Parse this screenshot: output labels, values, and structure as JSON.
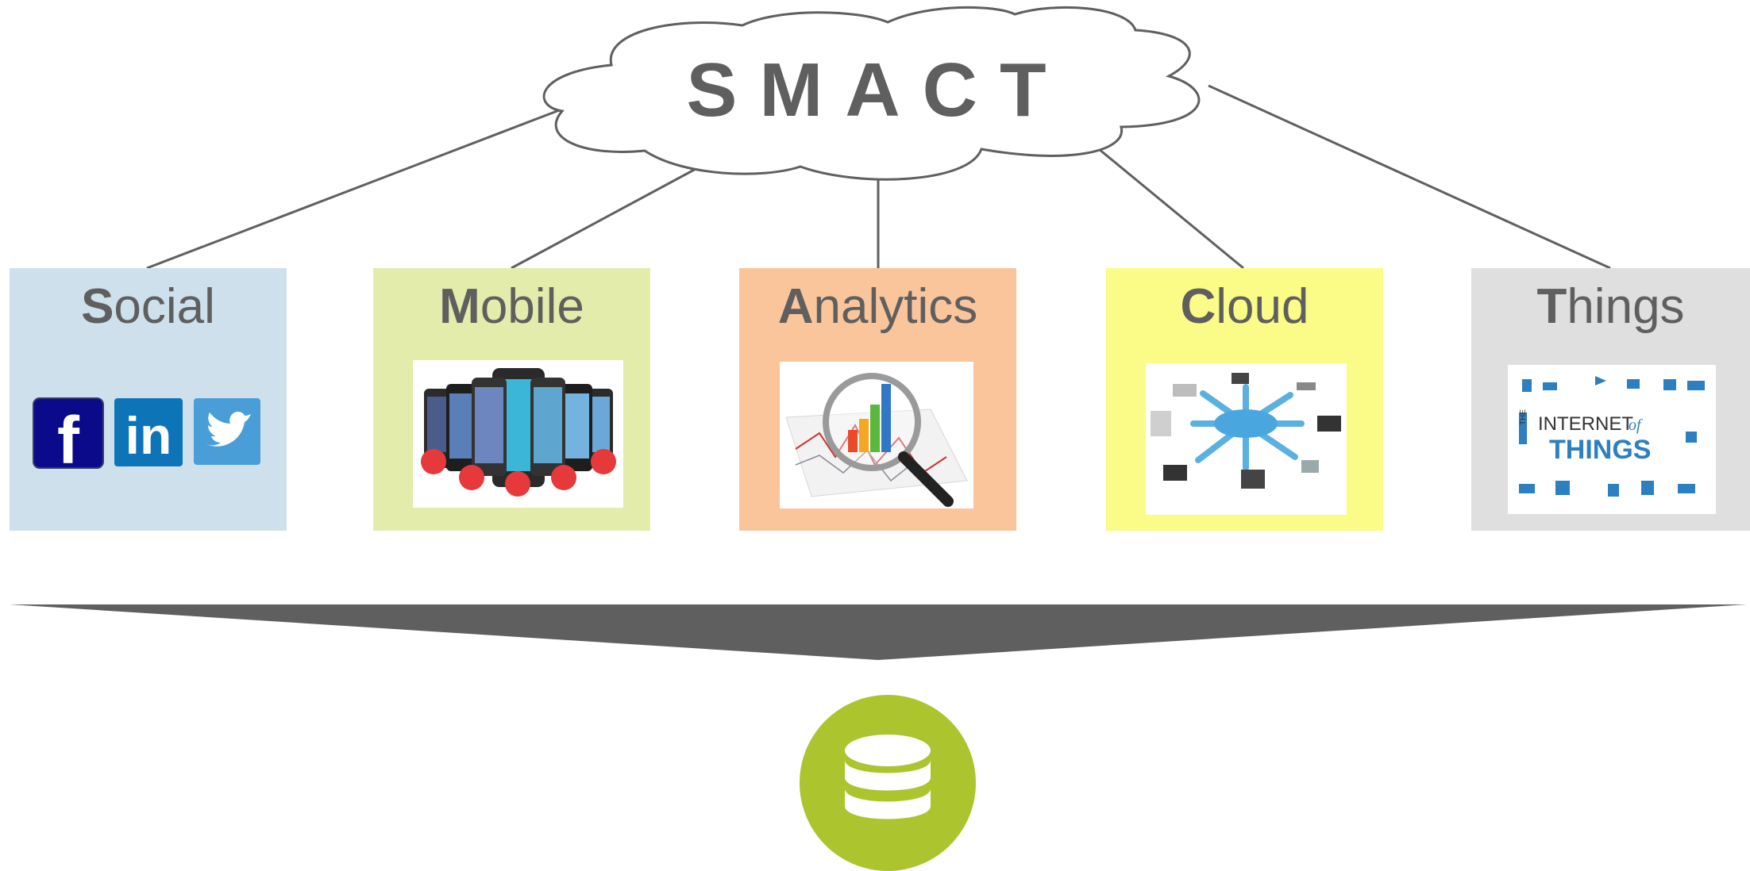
{
  "title": "SMACT",
  "pillars": [
    {
      "initial": "S",
      "rest": "ocial"
    },
    {
      "initial": "M",
      "rest": "obile"
    },
    {
      "initial": "A",
      "rest": "nalytics"
    },
    {
      "initial": "C",
      "rest": "loud"
    },
    {
      "initial": "T",
      "rest": "hings"
    }
  ],
  "iot_image_text": {
    "prefix": "THE",
    "line1": "INTERNET",
    "line1_of": "of",
    "line2": "THINGS"
  },
  "colors": {
    "social": "#cfe0ed",
    "mobile": "#e3ecaa",
    "analytics": "#fbc59c",
    "cloud": "#fbfb87",
    "things": "#dfdfdf",
    "text": "#5f5f5f",
    "database": "#acc42e",
    "funnel": "#5f5f5f"
  },
  "icons": [
    "facebook-icon",
    "linkedin-icon",
    "twitter-icon",
    "smartphones-image",
    "magnifier-chart-image",
    "cloud-network-image",
    "internet-of-things-image",
    "database-icon"
  ]
}
